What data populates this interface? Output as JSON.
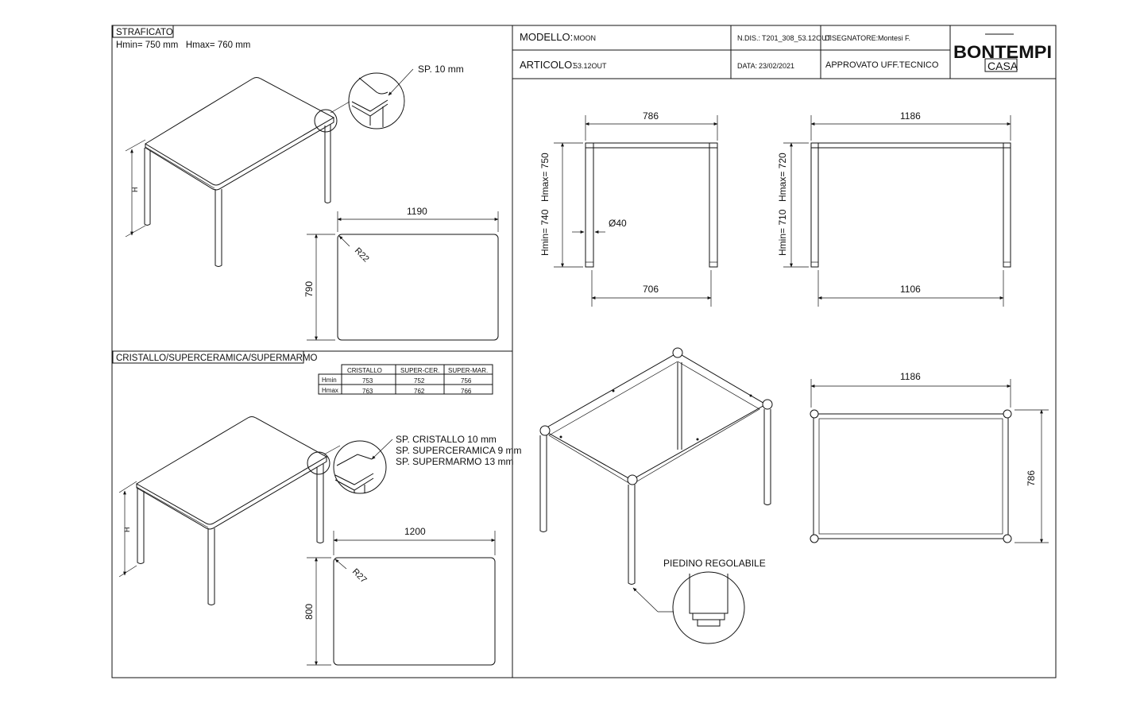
{
  "header": {
    "modello_label": "MODELLO:",
    "modello_value": "MOON",
    "ndis_label": "N.DIS.:",
    "ndis_value": "T201_308_53.12OUT",
    "disegnatore_label": "DISEGNATORE:",
    "disegnatore_value": "Montesi F.",
    "articolo_label": "ARTICOLO:",
    "articolo_value": "53.12OUT",
    "data_label": "DATA:",
    "data_value": "23/02/2021",
    "approvato": "APPROVATO UFF.TECNICO",
    "logo_top": "BONTEMPI",
    "logo_bottom": "CASA"
  },
  "top_panel": {
    "title": "STRAFICATO",
    "heights": "Hmin= 750 mm   Hmax= 760 mm",
    "thickness": "SP. 10 mm",
    "h_label": "H",
    "width": "1190",
    "depth": "790",
    "radius": "R22"
  },
  "bottom_panel": {
    "title": "CRISTALLO/SUPERCERAMICA/SUPERMARMO",
    "table": {
      "columns": [
        "CRISTALLO",
        "SUPER-CER.",
        "SUPER-MAR."
      ],
      "rows": [
        {
          "label": "Hmin",
          "values": [
            "753",
            "752",
            "756"
          ]
        },
        {
          "label": "Hmax",
          "values": [
            "763",
            "762",
            "766"
          ]
        }
      ]
    },
    "thickness_lines": [
      "SP. CRISTALLO 10 mm",
      "SP. SUPERCERAMICA 9 mm",
      "SP. SUPERMARMO 13 mm"
    ],
    "h_label": "H",
    "width": "1200",
    "depth": "800",
    "radius": "R27"
  },
  "frame_views": {
    "front_top": "786",
    "front_bottom": "706",
    "front_hmax": "Hmax= 750",
    "front_hmin": "Hmin= 740",
    "diameter": "Ø40",
    "side_top": "1186",
    "side_bottom": "1106",
    "side_hmax": "Hmax= 720",
    "side_hmin": "Hmin= 710",
    "plan_width": "1186",
    "plan_depth": "786",
    "foot_label": "PIEDINO REGOLABILE"
  }
}
